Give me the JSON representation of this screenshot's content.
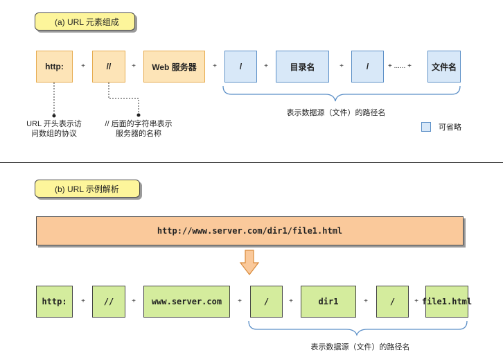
{
  "section_a": {
    "title": "(a)  URL 元素组成",
    "boxes": [
      {
        "label": "http:"
      },
      {
        "label": "//"
      },
      {
        "label": "Web 服务器"
      },
      {
        "label": "/"
      },
      {
        "label": "目录名"
      },
      {
        "label": "/"
      },
      {
        "label": "文件名"
      }
    ],
    "plus": "+",
    "ellipsis": "+ ...... +",
    "note_http_line1": "URL 开头表示访",
    "note_http_line2": "问数组的协议",
    "note_slash_line1": "// 后面的字符串表示",
    "note_slash_line2": "服务器的名称",
    "path_caption": "表示数据源（文件）的路径名",
    "legend_label": "可省略"
  },
  "section_b": {
    "title": "(b)  URL 示例解析",
    "url": "http://www.server.com/dir1/file1.html",
    "boxes": [
      {
        "label": "http:"
      },
      {
        "label": "//"
      },
      {
        "label": "www.server.com"
      },
      {
        "label": "/"
      },
      {
        "label": "dir1"
      },
      {
        "label": "/"
      },
      {
        "label": "file1.html"
      }
    ],
    "plus": "+",
    "path_caption": "表示数据源（文件）的路径名"
  },
  "colors": {
    "title_yellow": "#fdf59b",
    "orange_fill": "#fde4b7",
    "orange_border": "#e6ab4f",
    "blue_fill": "#d8e8f8",
    "blue_border": "#5b8fc7",
    "green_fill": "#d4ec9d",
    "url_bar_fill": "#fac99b",
    "brace_color": "#5b8fc7"
  }
}
